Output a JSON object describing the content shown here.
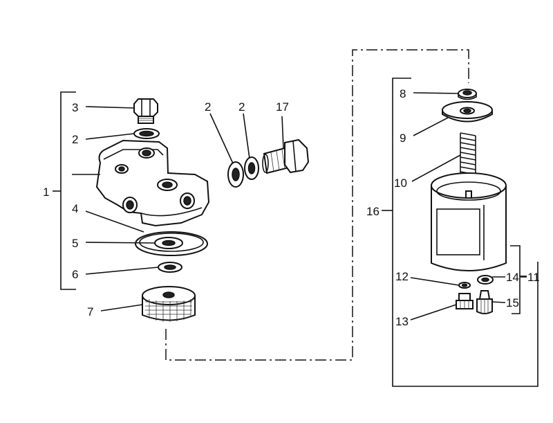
{
  "callouts": {
    "c1": "1",
    "c2a": "2",
    "c2b": "2",
    "c2c": "2",
    "c3": "3",
    "c4": "4",
    "c5": "5",
    "c6": "6",
    "c7": "7",
    "c8": "8",
    "c9": "9",
    "c10": "10",
    "c11": "11",
    "c12": "12",
    "c13": "13",
    "c14": "14",
    "c15": "15",
    "c16": "16",
    "c17": "17"
  }
}
